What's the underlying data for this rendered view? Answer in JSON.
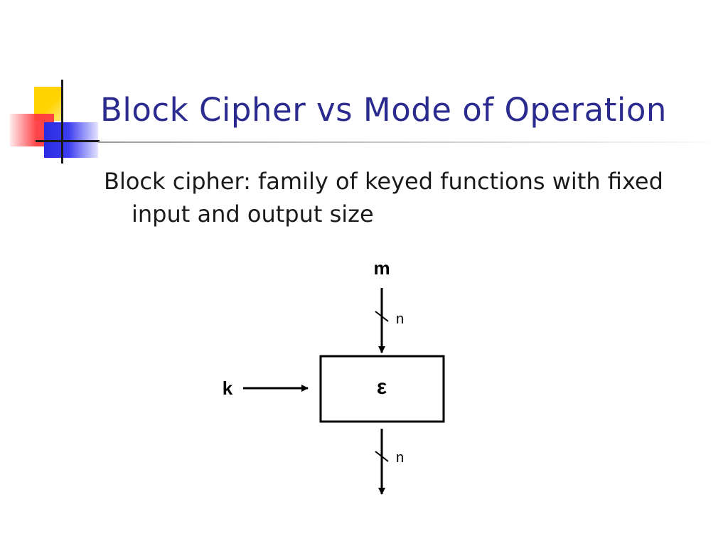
{
  "slide": {
    "title": "Block Cipher vs Mode of Operation",
    "bullet": "Block cipher: family of keyed functions with fixed input and output size"
  },
  "diagram": {
    "input_label": "m",
    "input_width_label": "n",
    "key_label": "k",
    "function_label": "ε",
    "output_width_label": "n"
  },
  "colors": {
    "title": "#2b2b8f",
    "body_text": "#1a1a1a",
    "accent_yellow": "#ffd300",
    "accent_red": "#ff3b40",
    "accent_blue": "#2a2ae0"
  }
}
